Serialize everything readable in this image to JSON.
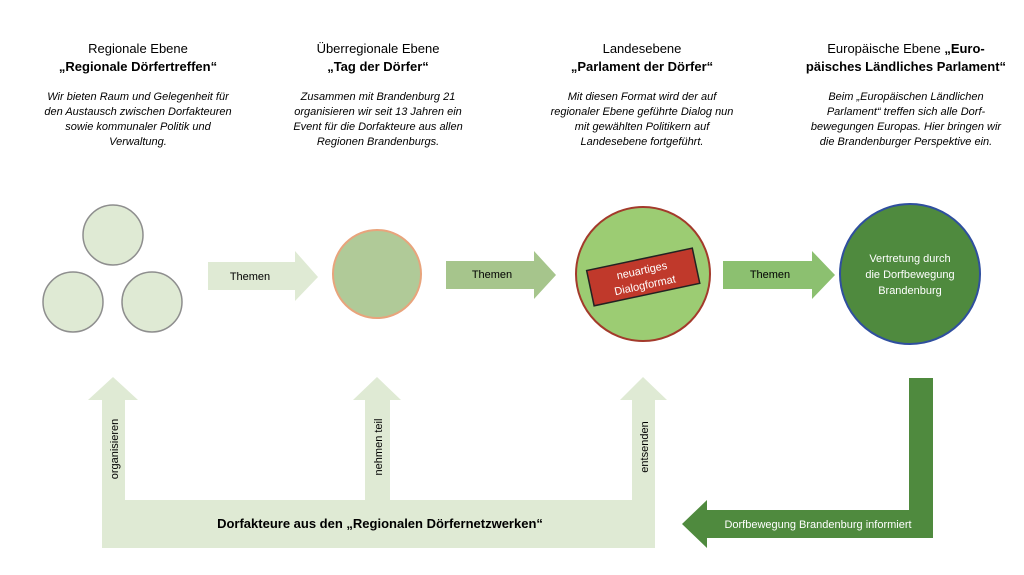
{
  "levels": [
    {
      "level": "Regionale Ebene",
      "name": "„Regionale Dörfertreffen“",
      "desc_lines": [
        "Wir bieten Raum und Gelegenheit für",
        "den Austausch zwischen Dorfakteuren",
        "sowie kommunaler Politik und",
        "Verwaltung."
      ]
    },
    {
      "level": "Überregionale Ebene",
      "name": "„Tag der Dörfer“",
      "desc_lines": [
        "Zusammen mit Brandenburg 21",
        "organisieren wir seit 13 Jahren ein",
        "Event für die Dorfakteure aus allen",
        "Regionen Brandenburgs."
      ]
    },
    {
      "level": "Landesebene",
      "name": "„Parlament der Dörfer“",
      "desc_lines": [
        "Mit diesen Format wird der auf",
        "regionaler Ebene geführte Dialog nun",
        "mit gewählten Politikern auf",
        "Landesebene fortgeführt."
      ]
    },
    {
      "level": "Europäische Ebene ",
      "level_bold": "„Euro-",
      "name": "päisches Ländliches Parlament“",
      "desc_lines": [
        "Beim „Europäischen Ländlichen",
        "Parlament“ treffen sich alle Dorf-",
        "bewegungen Europas. Hier bringen wir",
        "die Brandenburger Perspektive ein."
      ]
    }
  ],
  "arrows": {
    "themen1": "Themen",
    "themen2": "Themen",
    "themen3": "Themen"
  },
  "stamp": {
    "line1": "neuartiges",
    "line2": "Dialogformat"
  },
  "circle4": {
    "line1": "Vertretung durch",
    "line2": "die Dorfbewegung",
    "line3": "Brandenburg"
  },
  "up_arrows": {
    "a1": "organisieren",
    "a2": "nehmen teil",
    "a3": "entsenden"
  },
  "bottom_bar": "Dorfakteure aus den „Regionalen Dörfernetzwerken“",
  "return_arrow": "Dorfbewegung Brandenburg informiert",
  "colors": {
    "light_green": "#dfead4",
    "mid_green": "#c5d8b0",
    "green_arrow": "#a6c58c",
    "dark_green": "#4f8a3e",
    "stamp_red": "#c0392b",
    "circle3_fill": "#9ccc73"
  }
}
